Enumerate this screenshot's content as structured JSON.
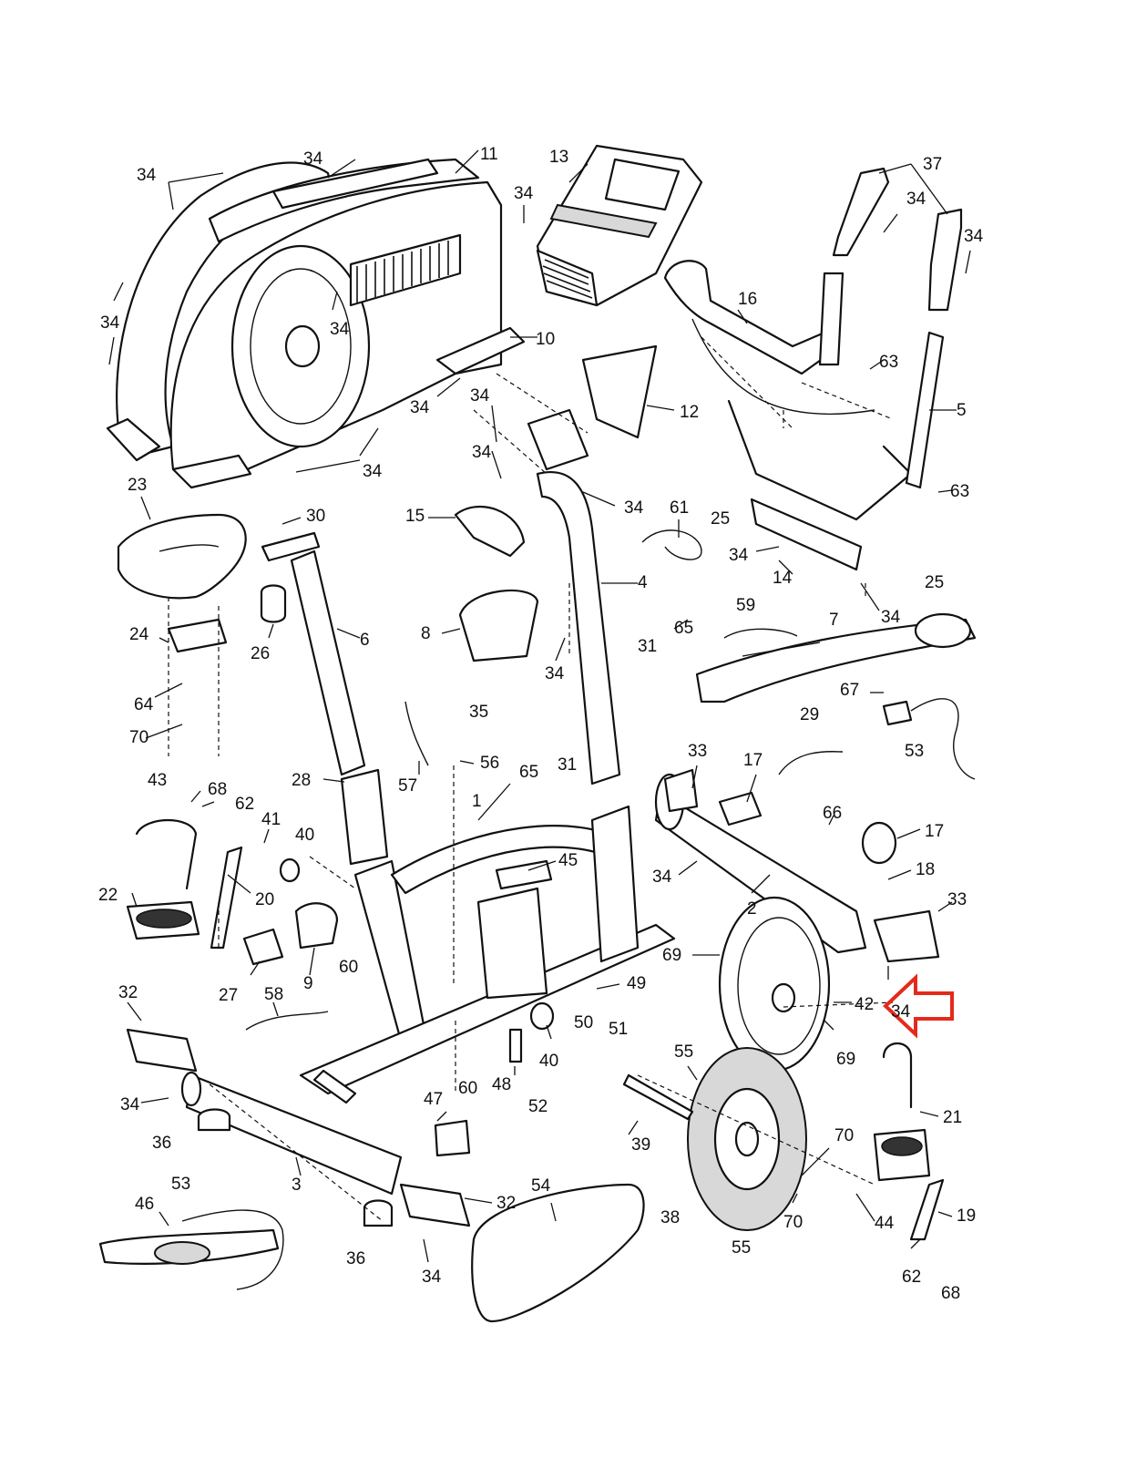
{
  "accent_color": "#e32a1c",
  "highlight_label": "34",
  "callouts": [
    "1",
    "2",
    "3",
    "4",
    "5",
    "6",
    "7",
    "8",
    "9",
    "10",
    "11",
    "12",
    "13",
    "14",
    "15",
    "16",
    "17",
    "17",
    "18",
    "19",
    "20",
    "21",
    "22",
    "23",
    "24",
    "25",
    "25",
    "26",
    "27",
    "28",
    "29",
    "30",
    "31",
    "31",
    "32",
    "32",
    "33",
    "33",
    "34",
    "34",
    "34",
    "34",
    "34",
    "34",
    "34",
    "34",
    "34",
    "34",
    "34",
    "34",
    "34",
    "34",
    "34",
    "34",
    "34",
    "34",
    "35",
    "36",
    "36",
    "37",
    "38",
    "39",
    "40",
    "40",
    "41",
    "42",
    "43",
    "44",
    "45",
    "46",
    "47",
    "48",
    "49",
    "50",
    "51",
    "52",
    "53",
    "53",
    "54",
    "55",
    "55",
    "56",
    "57",
    "58",
    "59",
    "60",
    "60",
    "61",
    "62",
    "62",
    "63",
    "63",
    "64",
    "65",
    "65",
    "66",
    "67",
    "68",
    "68",
    "69",
    "69",
    "70",
    "70",
    "70"
  ]
}
